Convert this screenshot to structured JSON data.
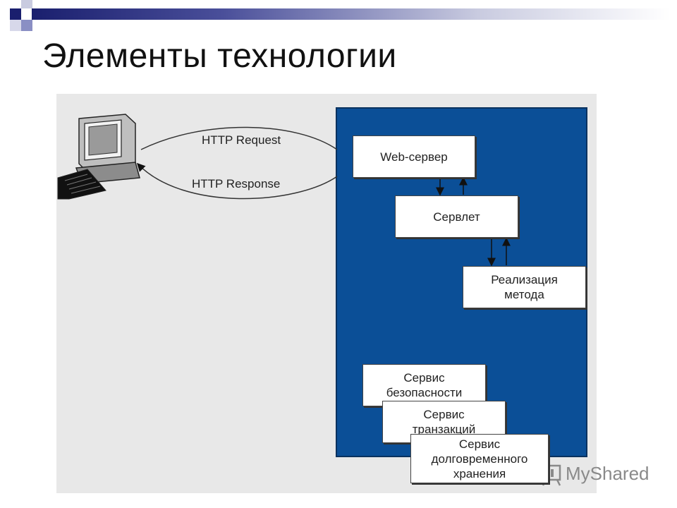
{
  "slide": {
    "title": "Элементы технологии"
  },
  "diagram": {
    "http_request": "HTTP Request",
    "http_response": "HTTP Response",
    "boxes": {
      "web_server": "Web-сервер",
      "servlet": "Сервлет",
      "method_impl": "Реализация\nметода",
      "security_service": "Сервис\nбезопасности",
      "transaction_service": "Сервис\nтранзакций",
      "persistence_service": "Сервис\nдолговременного\nхранения"
    }
  },
  "watermark": {
    "text": "MyShared",
    "icon": "presentation-board-icon"
  },
  "colors": {
    "server_bg": "#0b4f97",
    "panel_bg": "#e8e8e8",
    "accent": "#1a1f6e"
  }
}
